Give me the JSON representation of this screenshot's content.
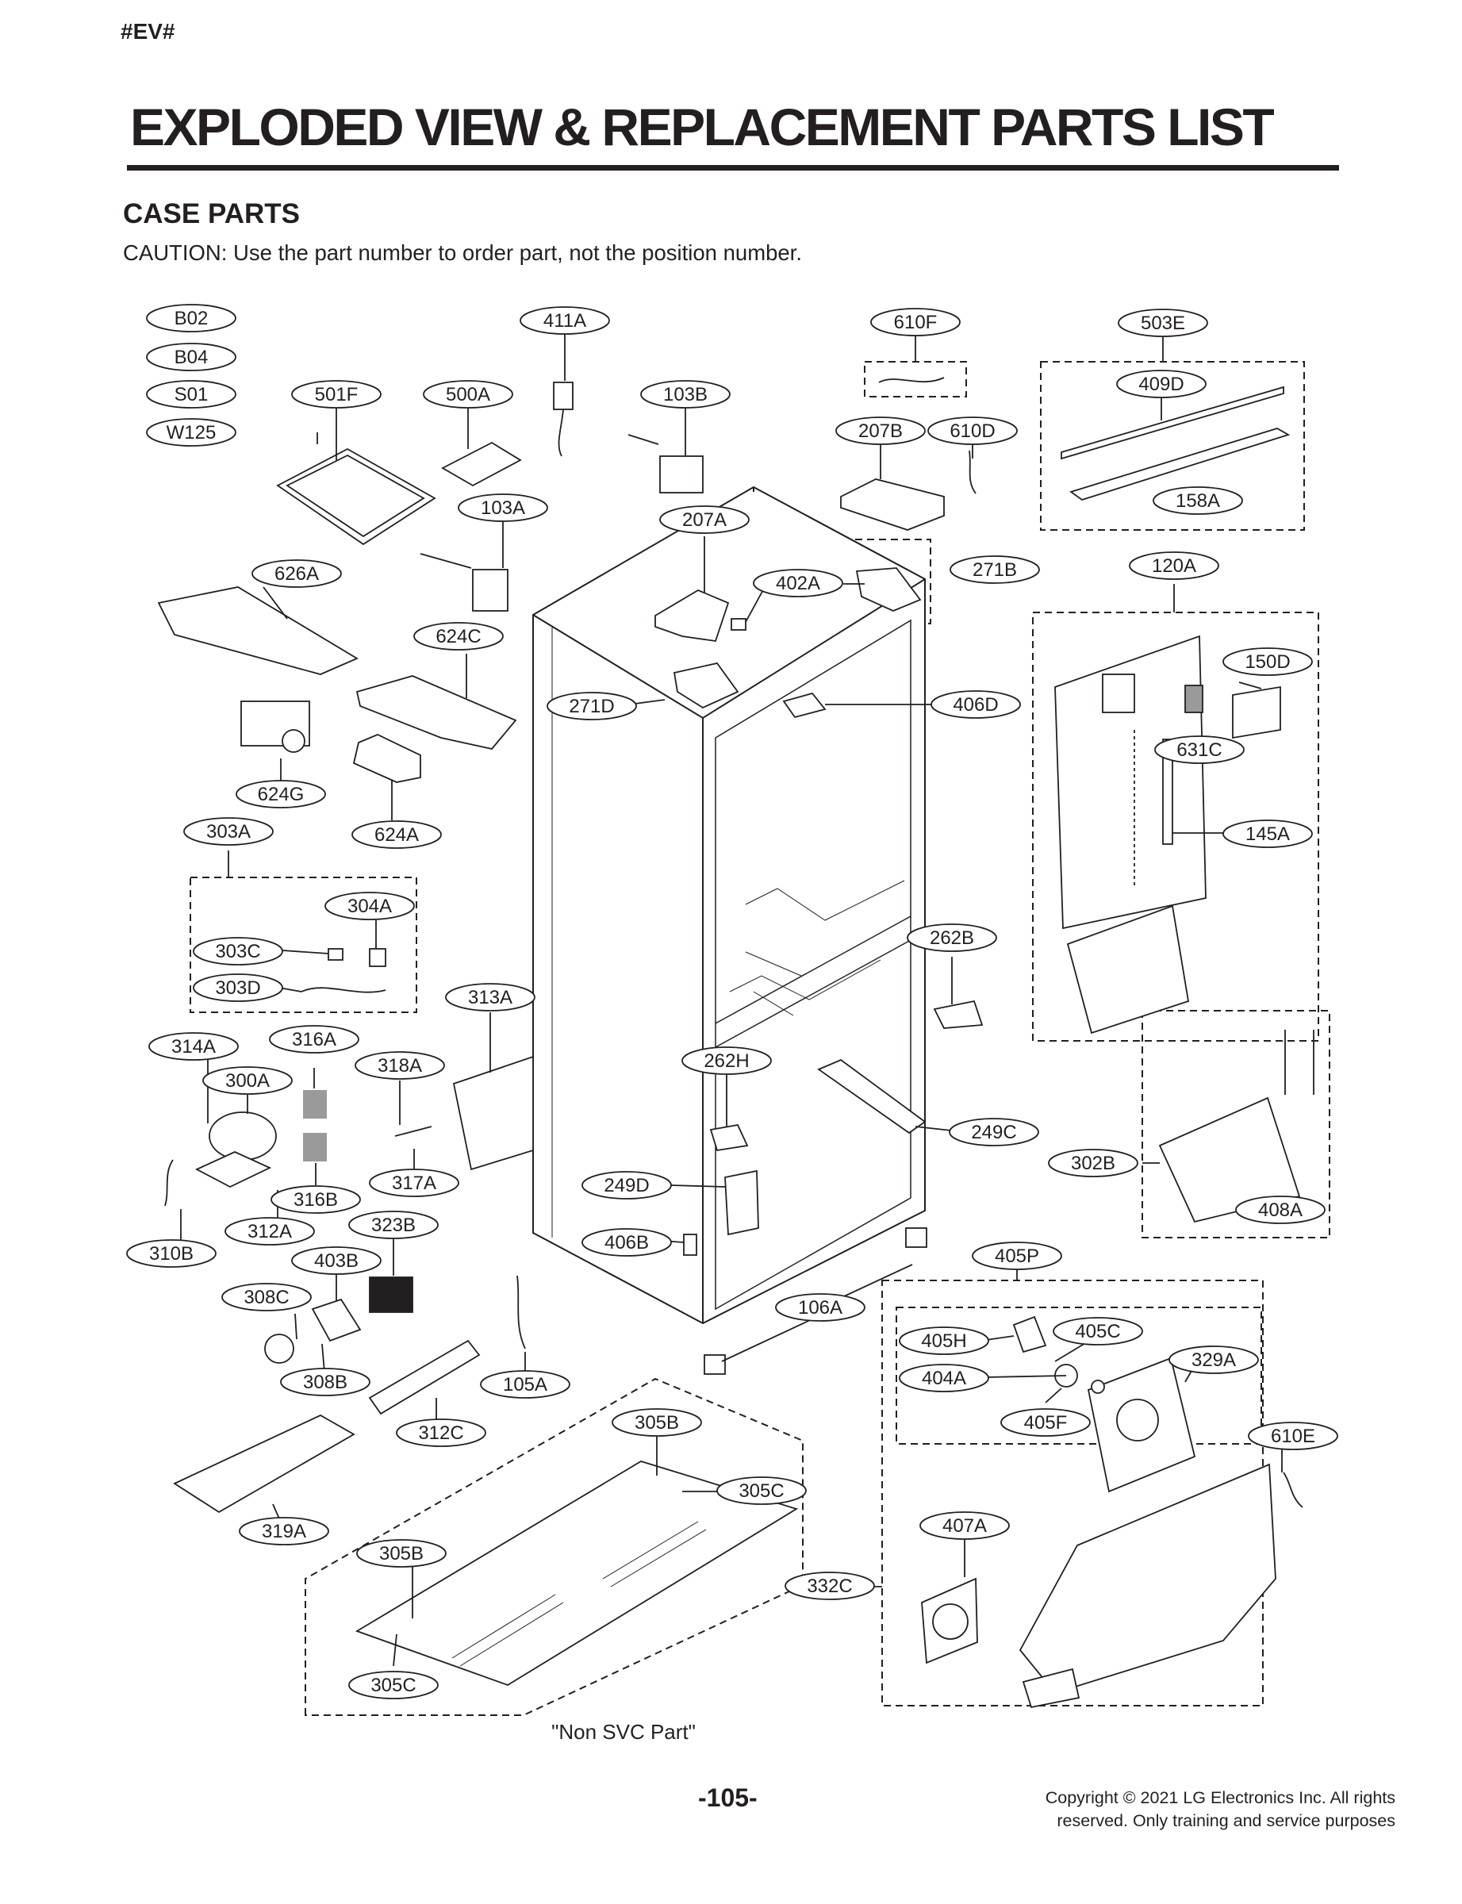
{
  "header": {
    "tag": "#EV#",
    "title": "EXPLODED VIEW & REPLACEMENT PARTS LIST",
    "section": "CASE PARTS",
    "caution": "CAUTION: Use the part number to order part, not the position number."
  },
  "diagram": {
    "labels": [
      "B02",
      "B04",
      "S01",
      "W125",
      "411A",
      "610F",
      "503E",
      "501F",
      "500A",
      "103B",
      "409D",
      "207B",
      "610D",
      "103A",
      "207A",
      "158A",
      "626A",
      "402A",
      "271B",
      "120A",
      "624C",
      "150D",
      "271D",
      "406D",
      "631C",
      "624G",
      "303A",
      "624A",
      "145A",
      "304A",
      "262B",
      "303C",
      "303D",
      "313A",
      "316A",
      "314A",
      "300A",
      "318A",
      "262H",
      "249C",
      "302B",
      "317A",
      "249D",
      "316B",
      "312A",
      "323B",
      "408A",
      "406B",
      "310B",
      "403B",
      "405P",
      "308C",
      "106A",
      "405C",
      "405H",
      "329A",
      "404A",
      "308B",
      "105A",
      "405F",
      "312C",
      "305B",
      "610E",
      "305C",
      "319A",
      "407A",
      "305B",
      "332C",
      "305C"
    ],
    "note": "\"Non SVC Part\""
  },
  "footer": {
    "page_number": "-105-",
    "copyright_line1": "Copyright © 2021 LG Electronics Inc. All rights",
    "copyright_line2": "reserved. Only training and service purposes"
  },
  "colors": {
    "ink": "#231f20",
    "part_fill": "#ffffff",
    "shade": "#9a9a9a"
  }
}
